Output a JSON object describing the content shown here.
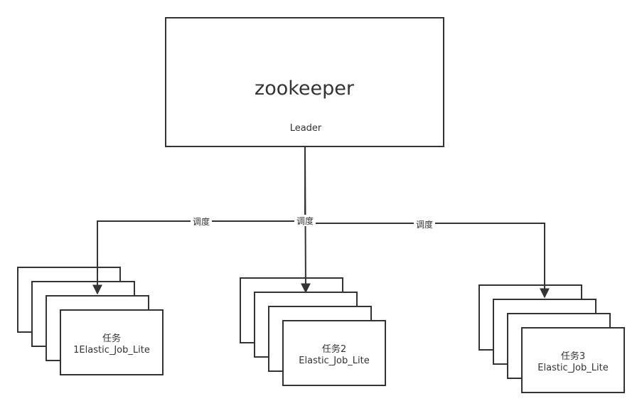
{
  "zookeeper": {
    "title": "zookeeper",
    "subtitle": "Leader"
  },
  "edge_label": "调度",
  "tasks": [
    {
      "line1": "任务",
      "line2": "1Elastic_Job_Lite"
    },
    {
      "line1": "任务2",
      "line2": "Elastic_Job_Lite"
    },
    {
      "line1": "任务3",
      "line2": "Elastic_Job_Lite"
    }
  ]
}
